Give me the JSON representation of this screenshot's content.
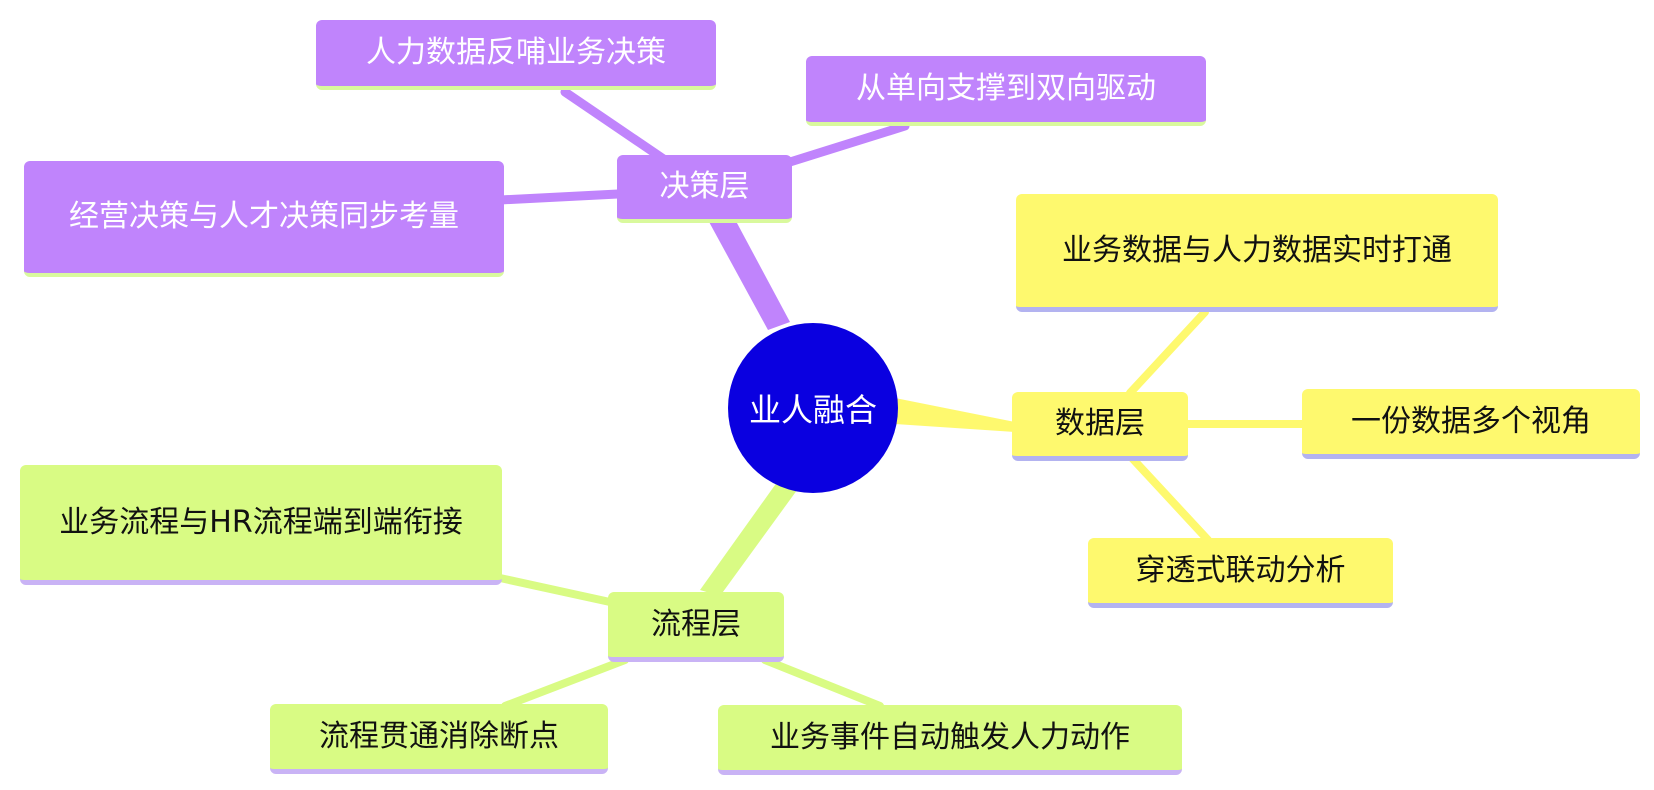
{
  "colors": {
    "root": "#0a00e0",
    "decision_branch": "#c084fc",
    "data_branch": "#fef96e",
    "process_branch": "#d9fb84",
    "decision_underline": "#d9f99d",
    "data_underline": "#b3b3f0",
    "process_underline": "#c9b3f5"
  },
  "root": {
    "label": "业人融合"
  },
  "branches": {
    "decision": {
      "label": "决策层",
      "children": [
        "人力数据反哺业务决策",
        "从单向支撑到双向驱动",
        "经营决策与人才决策同步考量"
      ]
    },
    "data": {
      "label": "数据层",
      "children": [
        "业务数据与人力数据实时打通",
        "一份数据多个视角",
        "穿透式联动分析"
      ]
    },
    "process": {
      "label": "流程层",
      "children": [
        "业务流程与HR流程端到端衔接",
        "流程贯通消除断点",
        "业务事件自动触发人力动作"
      ]
    }
  }
}
